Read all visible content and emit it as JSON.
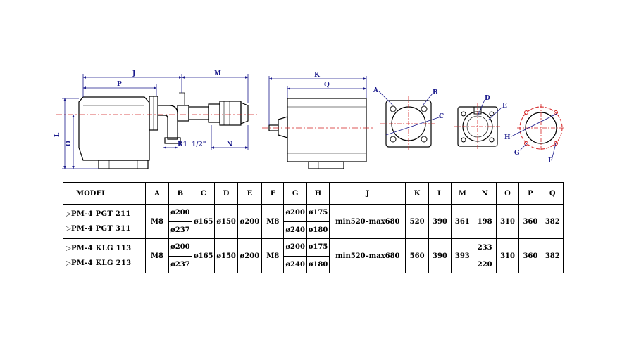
{
  "drawing": {
    "labels": {
      "J": "J",
      "P": "P",
      "M": "M",
      "K": "K",
      "Q": "Q",
      "L": "L",
      "O": "O",
      "R1": "R1",
      "pipe": "1/2\"",
      "N": "N",
      "A": "A",
      "B": "B",
      "C": "C",
      "D": "D",
      "E": "E",
      "H": "H",
      "G": "G",
      "F": "F"
    },
    "line_color": "#1a1a8c",
    "centerline_color": "#d42020"
  },
  "table": {
    "headers": [
      "MODEL",
      "A",
      "B",
      "C",
      "D",
      "E",
      "F",
      "G",
      "H",
      "J",
      "K",
      "L",
      "M",
      "N",
      "O",
      "P",
      "Q"
    ],
    "rows": [
      {
        "models": [
          "▷PM-4  PGT  211",
          "▷PM-4  PGT  311"
        ],
        "A": "M8",
        "B": [
          "ø200",
          "ø237"
        ],
        "C": "ø165",
        "D": "ø150",
        "E": "ø200",
        "F": "M8",
        "G": [
          "ø200",
          "ø240"
        ],
        "H": [
          "ø175",
          "ø180"
        ],
        "J": "min520–max680",
        "K": "520",
        "L": "390",
        "M": "361",
        "N": "198",
        "O": "310",
        "P": "360",
        "Q": "382"
      },
      {
        "models": [
          "▷PM-4  KLG  113",
          "▷PM-4  KLG  213"
        ],
        "A": "M8",
        "B": [
          "ø200",
          "ø237"
        ],
        "C": "ø165",
        "D": "ø150",
        "E": "ø200",
        "F": "M8",
        "G": [
          "ø200",
          "ø240"
        ],
        "H": [
          "ø175",
          "ø180"
        ],
        "J": "min520–max680",
        "K": "560",
        "L": "390",
        "M": "393",
        "N": [
          "233",
          "220"
        ],
        "O": "310",
        "P": "360",
        "Q": "382"
      }
    ]
  }
}
